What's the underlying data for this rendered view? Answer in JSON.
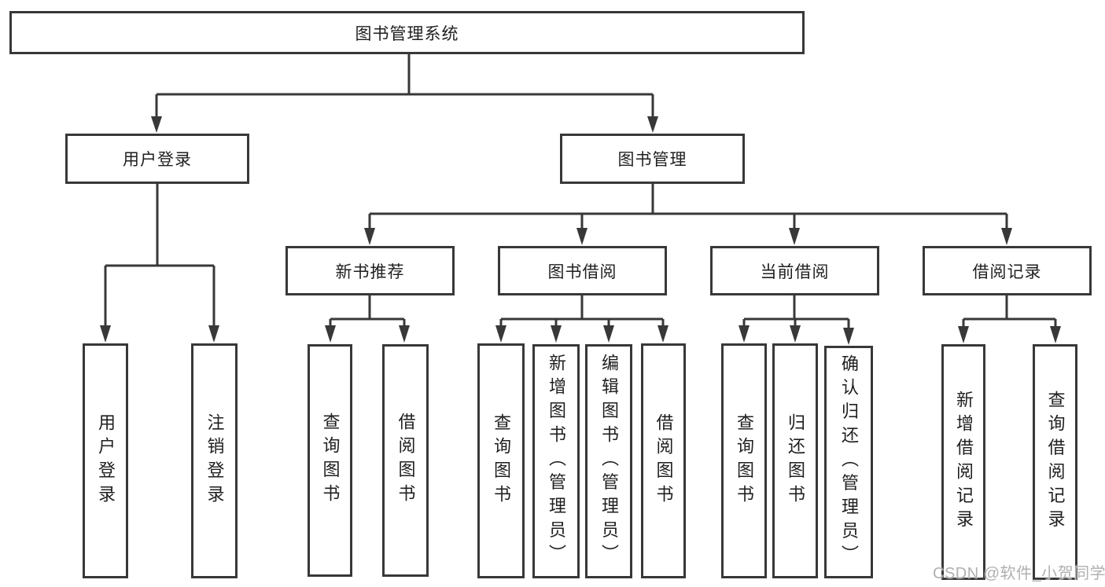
{
  "diagram": {
    "root_label": "图书管理系统",
    "user_login": {
      "label": "用户登录",
      "children": [
        "用户登录",
        "注销登录"
      ]
    },
    "book_mgmt": {
      "label": "图书管理",
      "new_book": {
        "label": "新书推荐",
        "children": [
          "查询图书",
          "借阅图书"
        ]
      },
      "book_borrow": {
        "label": "图书借阅",
        "children": [
          "查询图书",
          "新增图书（管理员）",
          "编辑图书（管理员）",
          "借阅图书"
        ]
      },
      "current_borrow": {
        "label": "当前借阅",
        "children": [
          "查询图书",
          "归还图书",
          "确认归还（管理员）"
        ]
      },
      "borrow_record": {
        "label": "借阅记录",
        "children": [
          "新增借阅记录",
          "查询借阅记录"
        ]
      }
    }
  },
  "watermark": "CSDN @软件_小贺同学",
  "colors": {
    "line": "#383838",
    "box_border": "#383838",
    "box_background": "#ffffff",
    "text": "#1f1f1f",
    "watermark": "#b0b0b0"
  }
}
